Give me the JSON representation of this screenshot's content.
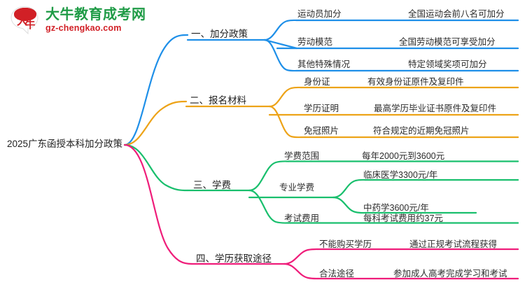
{
  "logo": {
    "mark_label": "大牛",
    "name": "大牛教育成考网",
    "domain": "gz-chengkao.com",
    "brand_green": "#1f9b46",
    "brand_red": "#d12026"
  },
  "mindmap": {
    "root": {
      "label": "2025广东函授本科加分政策"
    },
    "branches": [
      {
        "id": "branch-1",
        "label": "一、加分政策",
        "color": "#1e8fe8",
        "children": [
          {
            "label": "运动员加分",
            "detail": "全国运动会前八名可加分"
          },
          {
            "label": "劳动模范",
            "detail": "全国劳动模范可享受加分"
          },
          {
            "label": "其他特殊情况",
            "detail": "特定领域奖项可加分"
          }
        ]
      },
      {
        "id": "branch-2",
        "label": "二、报名材料",
        "color": "#eda318",
        "children": [
          {
            "label": "身份证",
            "detail": "有效身份证原件及复印件"
          },
          {
            "label": "学历证明",
            "detail": "最高学历毕业证书原件及复印件"
          },
          {
            "label": "免冠照片",
            "detail": "符合规定的近期免冠照片"
          }
        ]
      },
      {
        "id": "branch-3",
        "label": "三、学费",
        "color": "#19bf6d",
        "children": [
          {
            "label": "学费范围",
            "detail": "每年2000元到3600元"
          },
          {
            "label": "专业学费",
            "detail": "",
            "subchildren": [
              {
                "label": "临床医学3300元/年"
              },
              {
                "label": "中药学3600元/年"
              }
            ]
          },
          {
            "label": "考试费用",
            "detail": "每科考试费用约37元"
          }
        ]
      },
      {
        "id": "branch-4",
        "label": "四、学历获取途径",
        "color": "#ef1d7a",
        "children": [
          {
            "label": "不能购买学历",
            "detail": "通过正规考试流程获得"
          },
          {
            "label": "合法途径",
            "detail": "参加成人高考完成学习和考试"
          }
        ]
      }
    ]
  }
}
